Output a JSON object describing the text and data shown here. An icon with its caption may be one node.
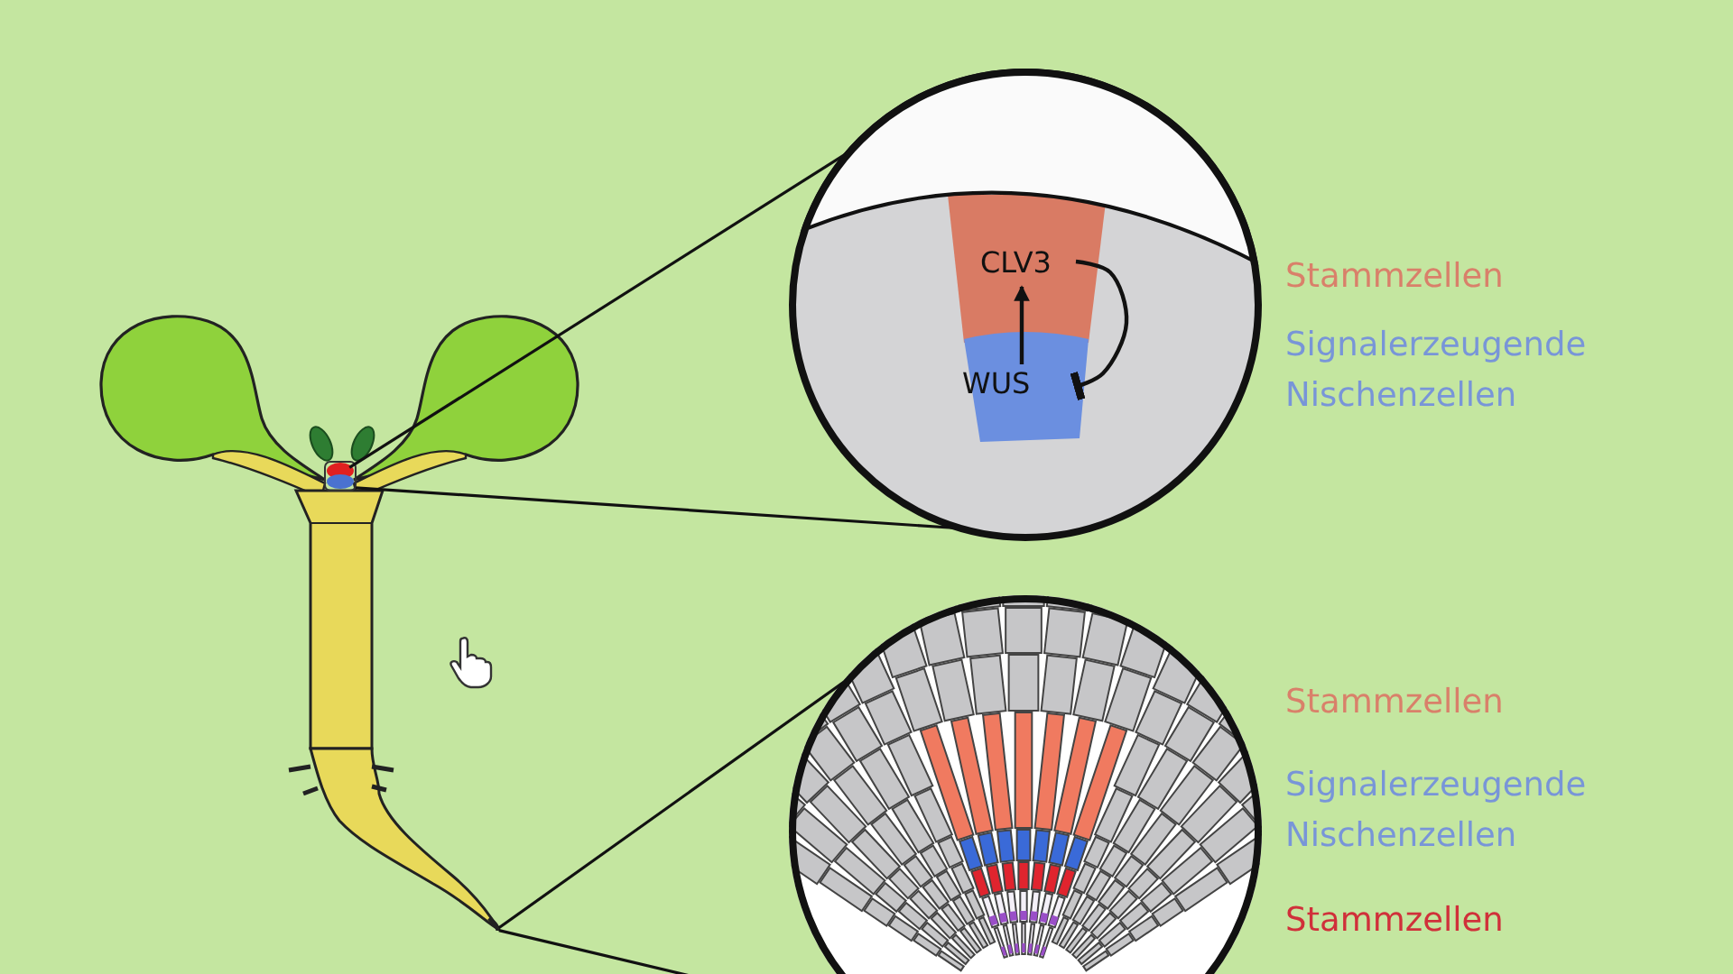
{
  "diagram": {
    "nodes": [
      {
        "text": [],
        "shape": "picture"
      },
      {
        "text": [],
        "shape": "box",
        "in": 0
      },
      {
        "text": [],
        "shape": "picture",
        "in": 0
      },
      {
        "text": [],
        "shape": "circle",
        "beside": [
          "Stammzellen",
          "Signalerzeugende Nischenzellen"
        ]
      },
      {
        "text": [
          "CLV3"
        ],
        "in": 3
      },
      {
        "text": [
          "WUS"
        ],
        "in": 3
      },
      {
        "text": [],
        "shape": "circle",
        "beside": [
          "Stammzellen",
          "Signalerzeugende Nischenzellen",
          "Stammzellen"
        ]
      }
    ],
    "edges": [
      {
        "from": 1,
        "to": 3,
        "arrow": "none"
      },
      {
        "from": 1,
        "to": 3,
        "arrow": "none"
      },
      {
        "from": 2,
        "to": 6,
        "arrow": "none"
      },
      {
        "from": 2,
        "to": 6,
        "arrow": "none"
      },
      {
        "from": 5,
        "to": 4,
        "arrow": "to"
      },
      {
        "from": 4,
        "to": 5,
        "arrow": "other"
      }
    ]
  }
}
